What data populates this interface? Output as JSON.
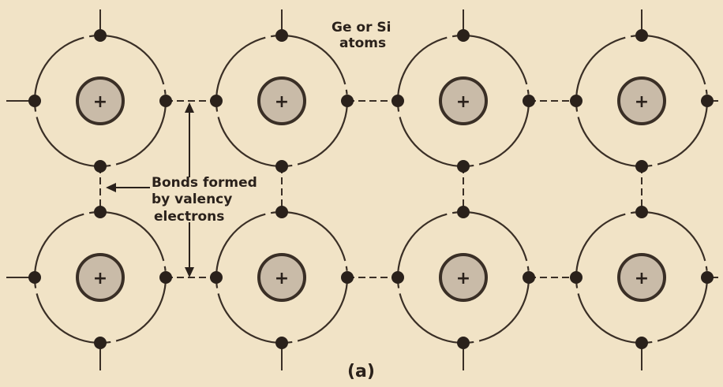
{
  "atom_label": [
    "Ge or Si",
    "atoms"
  ],
  "bond_label": [
    "Bonds formed",
    "by valency",
    "electrons"
  ],
  "nucleus_symbol": "+",
  "caption": "(a)",
  "colors": {
    "background": "#f1e3c6",
    "line": "#3a2f26",
    "nucleus_fill": "#c9bba8",
    "ink": "#2a211b"
  }
}
